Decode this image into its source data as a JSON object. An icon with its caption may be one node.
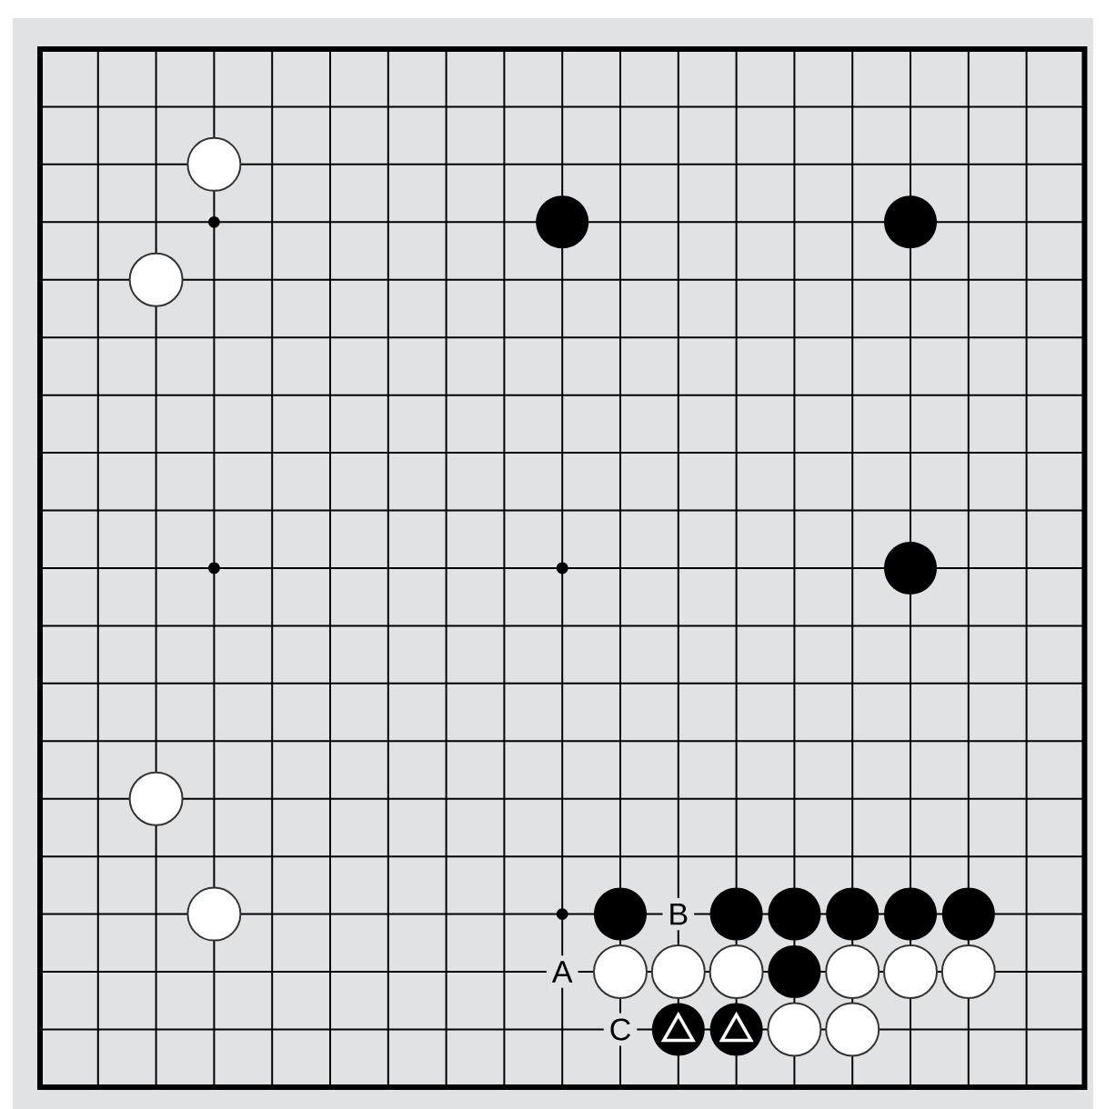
{
  "diagram": {
    "labels": [
      "B",
      "A",
      "C"
    ]
  }
}
